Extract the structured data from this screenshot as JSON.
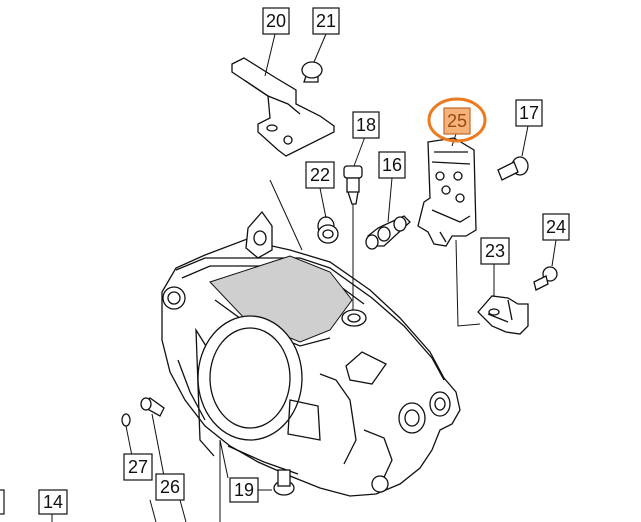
{
  "callouts": [
    {
      "id": "14",
      "label": "14",
      "highlighted": false
    },
    {
      "id": "16",
      "label": "16",
      "highlighted": false
    },
    {
      "id": "17",
      "label": "17",
      "highlighted": false
    },
    {
      "id": "18",
      "label": "18",
      "highlighted": false
    },
    {
      "id": "19",
      "label": "19",
      "highlighted": false
    },
    {
      "id": "20",
      "label": "20",
      "highlighted": false
    },
    {
      "id": "21",
      "label": "21",
      "highlighted": false
    },
    {
      "id": "22",
      "label": "22",
      "highlighted": false
    },
    {
      "id": "23",
      "label": "23",
      "highlighted": false
    },
    {
      "id": "24",
      "label": "24",
      "highlighted": false
    },
    {
      "id": "25",
      "label": "25",
      "highlighted": true
    },
    {
      "id": "26",
      "label": "26",
      "highlighted": false
    },
    {
      "id": "27",
      "label": "27",
      "highlighted": false
    }
  ],
  "colors": {
    "highlight_fill": "#f5b27a",
    "highlight_ring": "#ec7a1f",
    "line": "#111111"
  }
}
